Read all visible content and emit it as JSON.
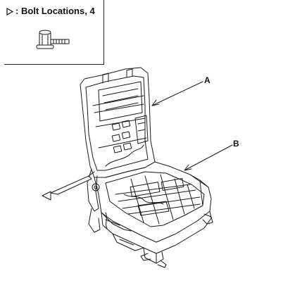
{
  "legend": {
    "text": ": Bolt Locations, 4",
    "symbol_icon": "hollow-triangle-right-icon"
  },
  "callouts": {
    "a": "A",
    "b": "B"
  },
  "icons": {
    "bolt": "flange-bolt-icon",
    "bolt_marker": "hollow-triangle-left-icon"
  }
}
